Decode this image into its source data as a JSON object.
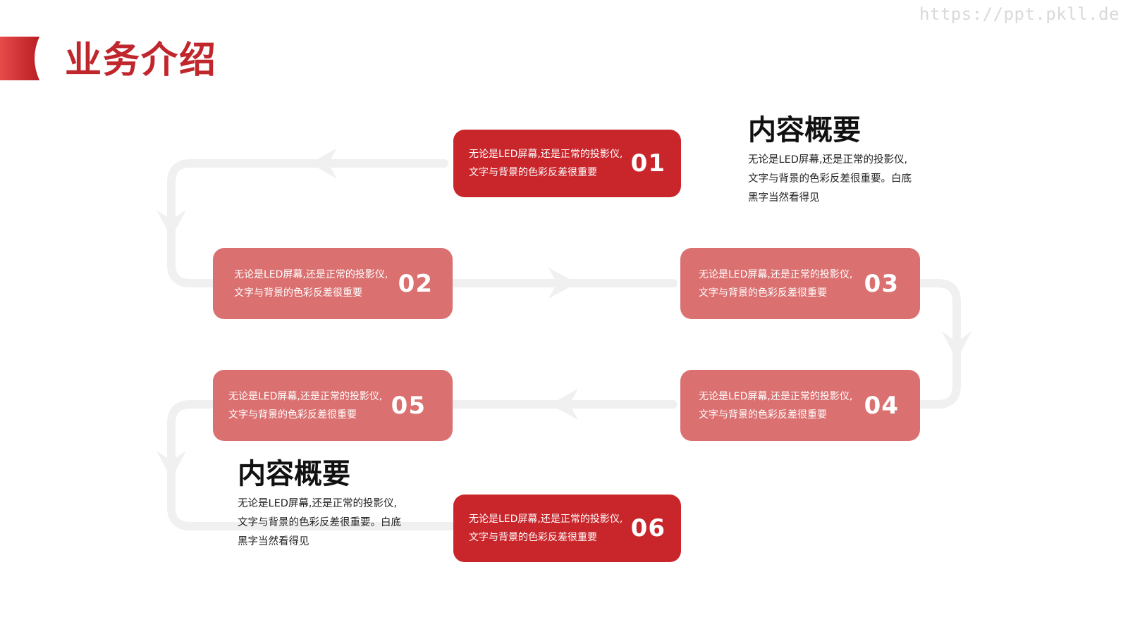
{
  "watermark": "https://ppt.pkll.de",
  "page_title": "业务介绍",
  "colors": {
    "accent_dark": "#c9262c",
    "accent_light": "#db7070",
    "title": "#c0272d",
    "connector": "#f0f0f0"
  },
  "steps": [
    {
      "num": "01",
      "text": "无论是LED屏幕,还是正常的投影仪,文字与背景的色彩反差很重要"
    },
    {
      "num": "02",
      "text": "无论是LED屏幕,还是正常的投影仪,文字与背景的色彩反差很重要"
    },
    {
      "num": "03",
      "text": "无论是LED屏幕,还是正常的投影仪,文字与背景的色彩反差很重要"
    },
    {
      "num": "04",
      "text": "无论是LED屏幕,还是正常的投影仪,文字与背景的色彩反差很重要"
    },
    {
      "num": "05",
      "text": "无论是LED屏幕,还是正常的投影仪,文字与背景的色彩反差很重要"
    },
    {
      "num": "06",
      "text": "无论是LED屏幕,还是正常的投影仪,文字与背景的色彩反差很重要"
    }
  ],
  "summary_top": {
    "title": "内容概要",
    "body": "无论是LED屏幕,还是正常的投影仪,文字与背景的色彩反差很重要。白底黑字当然看得见"
  },
  "summary_bottom": {
    "title": "内容概要",
    "body": "无论是LED屏幕,还是正常的投影仪,文字与背景的色彩反差很重要。白底黑字当然看得见"
  }
}
